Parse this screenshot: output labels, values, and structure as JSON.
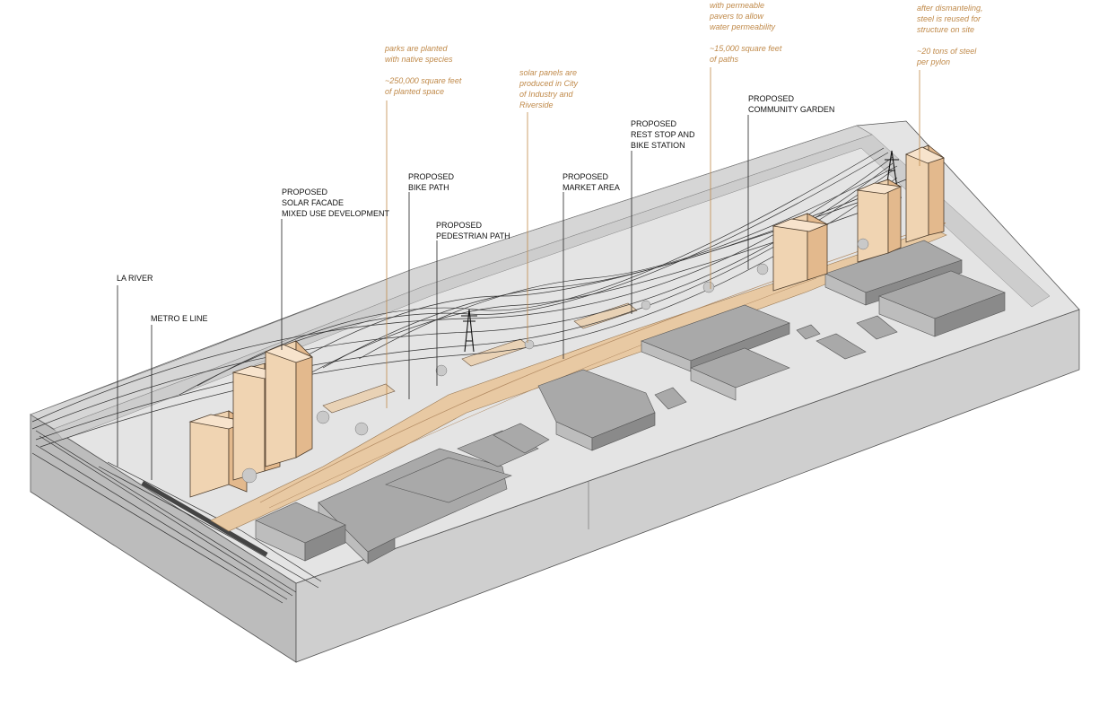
{
  "labels": {
    "la_river": "LA RIVER",
    "metro_line": "METRO E LINE",
    "solar_facade": [
      "PROPOSED",
      "SOLAR FACADE",
      "MIXED USE DEVELOPMENT"
    ],
    "bike_path": [
      "PROPOSED",
      "BIKE PATH"
    ],
    "pedestrian_path": [
      "PROPOSED",
      "PEDESTRIAN PATH"
    ],
    "market_area": [
      "PROPOSED",
      "MARKET AREA"
    ],
    "rest_stop": [
      "PROPOSED",
      "REST STOP AND",
      "BIKE STATION"
    ],
    "community_garden": [
      "PROPOSED",
      "COMMUNITY GARDEN"
    ]
  },
  "notes": {
    "planted": [
      "parks are planted",
      "with native species",
      "",
      "~250,000 square feet",
      "of planted space"
    ],
    "solar": [
      "solar panels are",
      "produced in City",
      "of Industry and",
      "Riverside"
    ],
    "pavers": [
      "with permeable",
      "pavers to allow",
      "water permeability",
      "",
      "~15,000 square feet",
      "of paths"
    ],
    "steel": [
      "after dismanteling,",
      "steel is reused for",
      "structure on site",
      "",
      "~20 tons of steel",
      "per pylon"
    ]
  },
  "colors": {
    "annotation": "#c08a4a",
    "label": "#111111",
    "ground": "#e2e2e2",
    "path": "#e8c9a3",
    "base_side": "#c9c9c9"
  }
}
